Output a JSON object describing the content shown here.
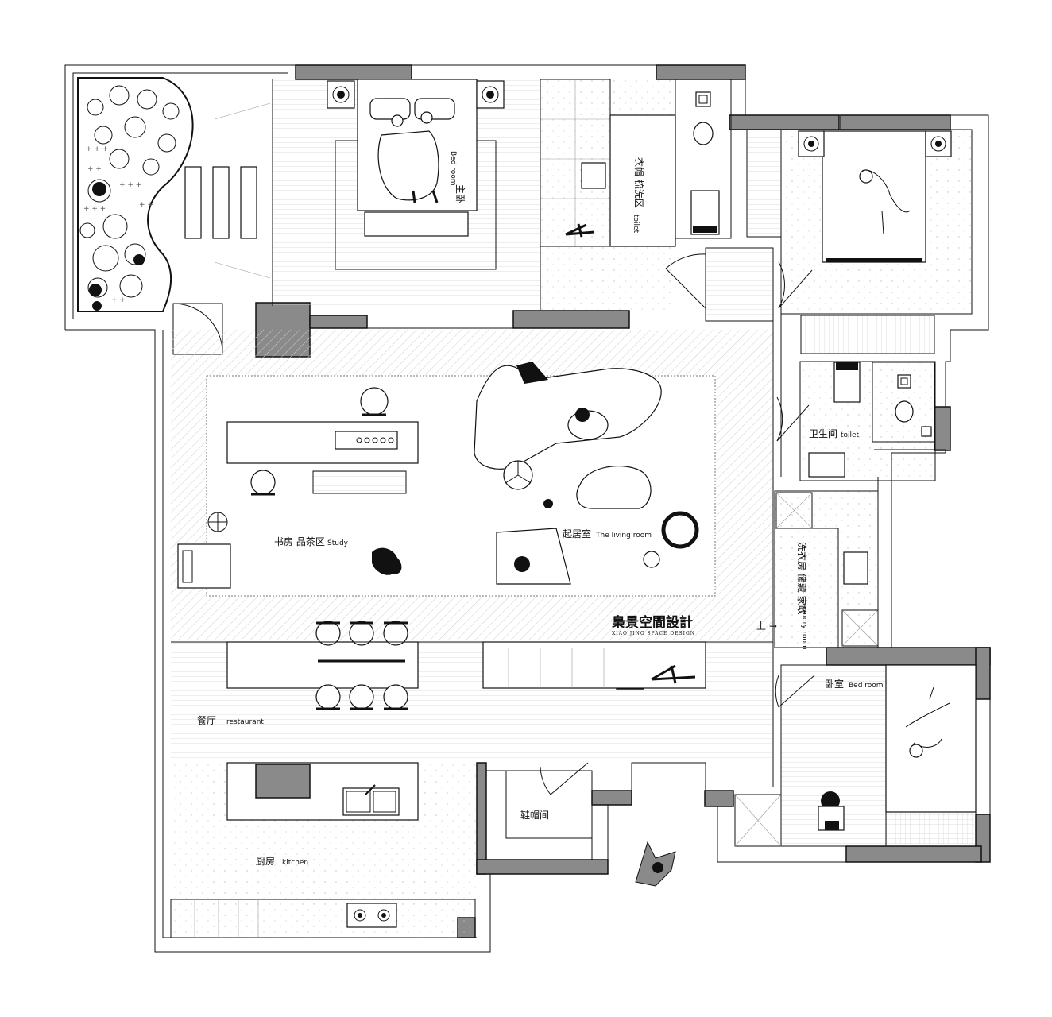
{
  "brand": {
    "name": "梟景空間設計",
    "subtitle": "XIAO JING SPACE DESIGN"
  },
  "rooms": {
    "master_bedroom": {
      "cn": "主卧",
      "en": "Bed room"
    },
    "wardrobe_wash": {
      "cn": "衣帽 梳洗区",
      "en": "toilet"
    },
    "toilet": {
      "cn": "卫生间",
      "en": "toilet"
    },
    "study": {
      "cn": "书房 品茶区",
      "en": "Study"
    },
    "living": {
      "cn": "起居室",
      "en": "The living room"
    },
    "laundry": {
      "cn": "洗衣房 储藏 家政",
      "en": "Laundry room"
    },
    "up_arrow": "上 →",
    "bedroom2": {
      "cn": "卧室",
      "en": "Bed room"
    },
    "dining": {
      "cn": "餐厅",
      "en": "restaurant"
    },
    "shoe_room": {
      "cn": "鞋帽间"
    },
    "kitchen": {
      "cn": "厨房",
      "en": "kitchen"
    }
  },
  "colors": {
    "background": "#ffffff",
    "line": "#111111",
    "column_fill": "#8a8a8a",
    "hatch": "#9a9a9a"
  }
}
